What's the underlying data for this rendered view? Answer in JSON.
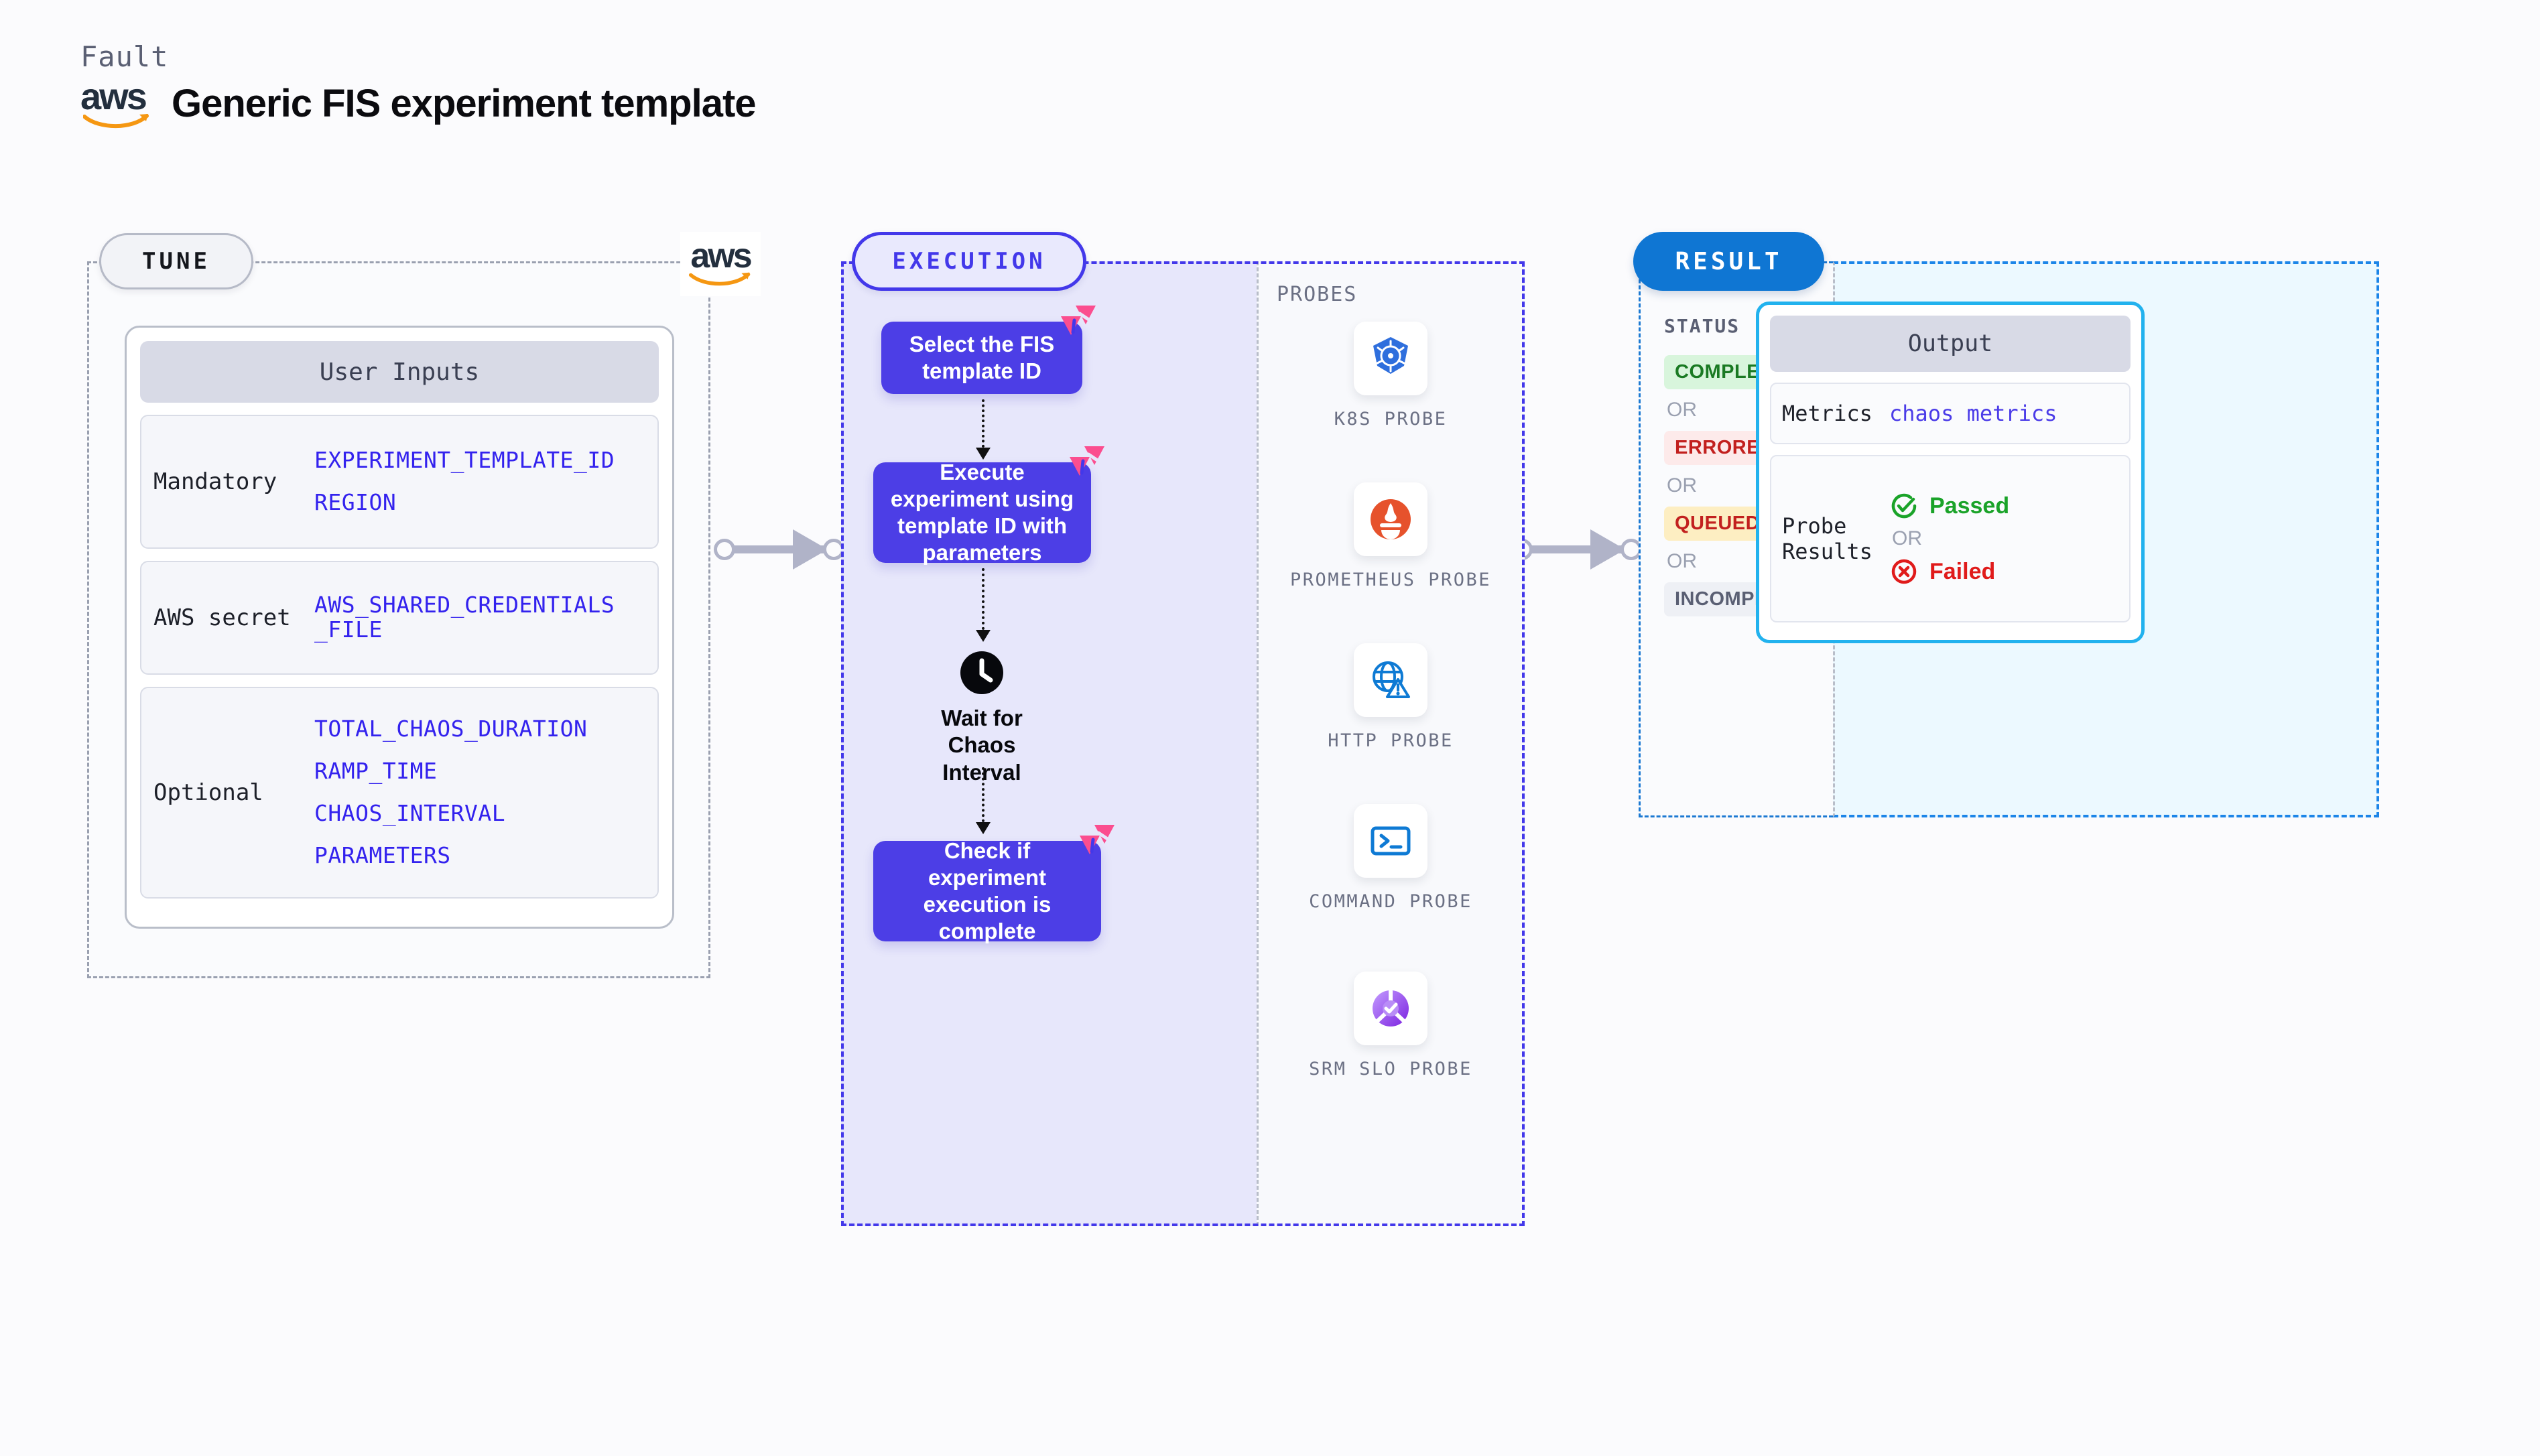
{
  "header": {
    "eyebrow": "Fault",
    "title": "Generic FIS experiment template",
    "logo_wordmark": "aws"
  },
  "tune": {
    "badge": "TUNE",
    "aws_mark": "aws",
    "card_title": "User Inputs",
    "rows": [
      {
        "label": "Mandatory",
        "values": [
          "EXPERIMENT_TEMPLATE_ID",
          "REGION"
        ]
      },
      {
        "label": "AWS secret",
        "values": [
          "AWS_SHARED_CREDENTIALS\n_FILE"
        ]
      },
      {
        "label": "Optional",
        "values": [
          "TOTAL_CHAOS_DURATION",
          "RAMP_TIME",
          "CHAOS_INTERVAL",
          "PARAMETERS"
        ]
      }
    ]
  },
  "execution": {
    "badge": "EXECUTION",
    "probes_label": "PROBES",
    "steps": [
      {
        "type": "box",
        "text": "Select the FIS template ID"
      },
      {
        "type": "box",
        "text": "Execute experiment using template ID with parameters"
      },
      {
        "type": "wait",
        "text": "Wait for Chaos Interval",
        "icon": "clock-icon"
      },
      {
        "type": "box",
        "text": "Check if experiment execution is complete"
      }
    ],
    "probes": [
      {
        "label": "K8S PROBE",
        "icon": "kubernetes-icon"
      },
      {
        "label": "PROMETHEUS PROBE",
        "icon": "prometheus-icon"
      },
      {
        "label": "HTTP PROBE",
        "icon": "http-globe-warning-icon"
      },
      {
        "label": "COMMAND PROBE",
        "icon": "terminal-icon"
      },
      {
        "label": "SRM SLO PROBE",
        "icon": "srm-slo-icon"
      }
    ]
  },
  "result": {
    "badge": "RESULT",
    "status_label": "STATUS",
    "or_label": "OR",
    "statuses": [
      {
        "text": "COMPLETED",
        "bg": "#d8f5dc",
        "fg": "#1a7a23"
      },
      {
        "text": "ERRORED",
        "bg": "#fdeaea",
        "fg": "#c2201e"
      },
      {
        "text": "QUEUED",
        "bg": "#fdeec2",
        "fg": "#c2201e"
      },
      {
        "text": "INCOMPLETED",
        "bg": "#eef0f5",
        "fg": "#5a5f73"
      }
    ],
    "output": {
      "title": "Output",
      "metrics_label": "Metrics",
      "metrics_value": "chaos metrics",
      "probe_results_label": "Probe Results",
      "passed_label": "Passed",
      "failed_label": "Failed",
      "or_label": "OR"
    }
  },
  "colors": {
    "execution_purple": "#4338ea",
    "flow_box": "#4c3ee6",
    "result_blue": "#0f76d3",
    "output_border": "#22b2ee",
    "litmus_pink": "#fb4e8f",
    "code_blue": "#3322ee",
    "connector_gray": "#b0b3c8"
  }
}
